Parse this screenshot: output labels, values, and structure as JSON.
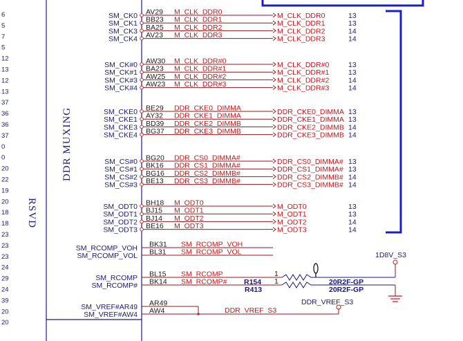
{
  "left_numbers": [
    "6",
    "5",
    "7",
    "5",
    "12",
    "13",
    "12",
    "13",
    "37",
    "36",
    "36",
    "37",
    "0",
    "0",
    "20",
    "22",
    "19",
    "20",
    "18",
    "18",
    "23",
    "23",
    "23",
    "24",
    "29",
    "24",
    "39",
    "20",
    "20"
  ],
  "section_label": "DDR MUXING",
  "rsvd_label": "RSVD",
  "groups": [
    {
      "signals": [
        "SM_CK0",
        "SM_CK1",
        "SM_CK3",
        "SM_CK4"
      ],
      "pins": [
        "AV29",
        "BB23",
        "BA25",
        "AV23"
      ],
      "nets": [
        "M_CLK_DDR0",
        "M_CLK_DDR1",
        "M_CLK_DDR2",
        "M_CLK_DDR3"
      ],
      "refs": [
        "13",
        "13",
        "14",
        "14"
      ]
    },
    {
      "signals": [
        "SM_CK#0",
        "SM_CK#1",
        "SM_CK#3",
        "SM_CK#4"
      ],
      "pins": [
        "AW30",
        "BA23",
        "AW25",
        "AW23"
      ],
      "nets": [
        "M_CLK_DDR#0",
        "M_CLK_DDR#1",
        "M_CLK_DDR#2",
        "M_CLK_DDR#3"
      ],
      "refs": [
        "13",
        "13",
        "14",
        "14"
      ]
    },
    {
      "signals": [
        "SM_CKE0",
        "SM_CKE1",
        "SM_CKE3",
        "SM_CKE4"
      ],
      "pins": [
        "BE29",
        "AY32",
        "BD39",
        "BG37"
      ],
      "nets": [
        "DDR_CKE0_DIMMA",
        "DDR_CKE1_DIMMA",
        "DDR_CKE2_DIMMB",
        "DDR_CKE3_DIMMB"
      ],
      "refs": [
        "13",
        "13",
        "14",
        "14"
      ]
    },
    {
      "signals": [
        "SM_CS#0",
        "SM_CS#1",
        "SM_CS#2",
        "SM_CS#3"
      ],
      "pins": [
        "BG20",
        "BK16",
        "BG16",
        "BE13"
      ],
      "nets": [
        "DDR_CS0_DIMMA#",
        "DDR_CS1_DIMMA#",
        "DDR_CS2_DIMMB#",
        "DDR_CS3_DIMMB#"
      ],
      "refs": [
        "13",
        "13",
        "14",
        "14"
      ]
    },
    {
      "signals": [
        "SM_ODT0",
        "SM_ODT1",
        "SM_ODT2",
        "SM_ODT3"
      ],
      "pins": [
        "BH18",
        "BJ15",
        "BJ14",
        "BE16"
      ],
      "nets": [
        "M_ODT0",
        "M_ODT1",
        "M_ODT2",
        "M_ODT3"
      ],
      "refs": [
        "13",
        "13",
        "14",
        "14"
      ]
    }
  ],
  "rcomp_vo": {
    "signals": [
      "SM_RCOMP_VOH",
      "SM_RCOMP_VOL"
    ],
    "pins": [
      "BK31",
      "BL31"
    ],
    "nets": [
      "SM_RCOMP_VOH",
      "SM_RCOMP_VOL"
    ]
  },
  "rcomp": {
    "signals": [
      "SM_RCOMP",
      "SM_RCOMP#"
    ],
    "pins": [
      "BL15",
      "BK14"
    ],
    "nets": [
      "SM_RCOMP",
      "SM_RCOMP#"
    ]
  },
  "vref": {
    "signals": [
      "SM_VREF#AR49",
      "SM_VREF#AW4"
    ],
    "pins": [
      "AR49",
      "AW4"
    ],
    "net": "DDR_VREF_S3"
  },
  "power_label": "1D8V_S3",
  "resistors": [
    {
      "ref": "R154",
      "pin": "1",
      "value": "20R2F-GP"
    },
    {
      "ref": "R413",
      "pin": "1",
      "value": "20R2F-GP"
    }
  ],
  "vref_label": "DDR_VREF_S3"
}
